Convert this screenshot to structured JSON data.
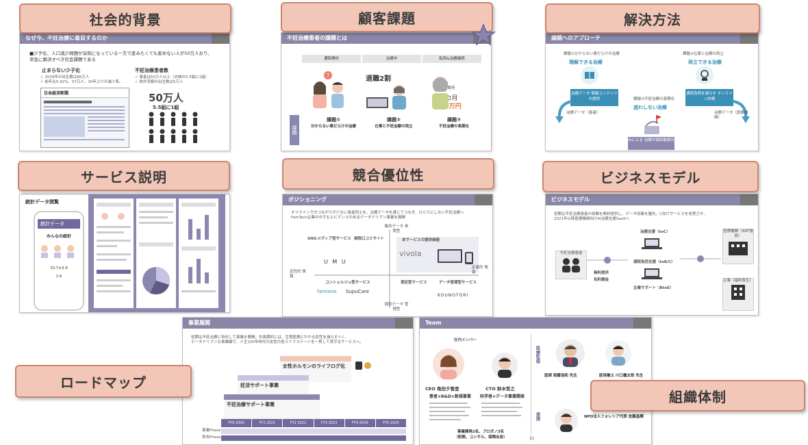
{
  "labels": {
    "social": "社会的背景",
    "customer": "顧客課題",
    "solution": "解決方法",
    "service": "サービス説明",
    "competitive": "競合優位性",
    "business": "ビジネスモデル",
    "roadmap": "ロードマップ",
    "org": "組織体制"
  },
  "slide_social": {
    "bar": "なぜ今、不妊治療に着目するのか",
    "lead1": "■少子化、人口減少問題が深刻になっている一方で産みたくても産めない人が50万人おり、",
    "lead2": "早急に解決すべき社会課題である",
    "left_head": "止まらない少子化",
    "left_b1": "2019年の出生数は86万人",
    "left_b2": "前年比5.92%、57万人、30年ぶりの減少率。",
    "right_head": "不妊治療患者数",
    "right_b1": "患者は50万人以上（夫婦の5.5組に1組）",
    "right_b2": "体外受精の出生数は5万人",
    "big": "50万人",
    "ratio": "5.5組に1組",
    "newspaper": "日本経済新聞"
  },
  "slide_customer": {
    "bar": "不妊治療患者の課題とは",
    "stages": [
      "通院検討",
      "治療中",
      "転院&治療継続"
    ],
    "mid_big": "退職2割",
    "right_top": "期間／費用",
    "right_big1": "25カ月",
    "right_big2": "140万円",
    "side": "課題",
    "k1_title": "課題①",
    "k1_sub": "分からない事だらけの治療",
    "k2_title": "課題②",
    "k2_sub": "仕事と不妊治療の両立",
    "k3_title": "課題③",
    "k3_sub": "不妊治療の長期化"
  },
  "slide_solution": {
    "bar": "課題へのアプローチ",
    "t1": "課題①分からない事だらけの治療",
    "t1b": "理解できる治療",
    "t2": "課題②仕事と治療の両立",
    "t2b": "両立できる治療",
    "t3": "課題③不妊治療の長期化",
    "t3b": "迷わしない治療",
    "c1": "治療データ 情報コンテンツの提供",
    "c2": "通院負荷を減らす オンライン診療",
    "d1": "治療データ（患者）",
    "d2": "治療データ（医療機関）",
    "ai": "AIによる 治療の個別最適化"
  },
  "slide_service": {
    "title": "統計データ閲覧",
    "phone_title": "統計データ",
    "phone_sub": "みんなの統計",
    "phone_v1": "33.7±3.9",
    "phone_v2": "1.6"
  },
  "slide_competitive": {
    "bar": "ポジショニング",
    "lead1": "オフラインでのつながりが少ない患者同士を、治療データを通じてつなぎ、ひとりにしない不妊治療へ",
    "lead2": "FemTech企業の中でもエビデンスのあるデータドリブン事業を展開",
    "axis_top": "集約データ 参照型",
    "axis_bottom": "個別データ 管理型",
    "axis_left": "定性的 情報",
    "axis_right": "定量的 情報",
    "q_tl": "SNS/メディア型サービス",
    "q_tr": "病院口コミサイト",
    "q_bl": "コンシェルジュ型サービス",
    "q_br1": "測定型サービス",
    "q_br2": "データ管理型サービス",
    "ours": "本サービスの提供価値",
    "brand_vivola": "vivola",
    "brand_umu": "U M U",
    "brand_famione": "famione",
    "brand_supucare": "SupuCare",
    "brand_kounotori": "KOUNOTORI"
  },
  "slide_business": {
    "bar": "ビジネスモデル",
    "lead1": "初期は不妊治療患者の体験を無料提供し、データ収集を優先。C向けサービスを充実させ、",
    "lead2": "2021年以降医療機関向けAI治療支援SaaSへ",
    "user": "不妊治療患者",
    "n1": "治療支援（toC）",
    "n2": "通院負担支援（toB/C）",
    "n3": "企業サポート（BtoE）",
    "free": "無料提供",
    "paid": "有料課金",
    "hosp": "医療機関（ART施設）",
    "corp": "企業（福利厚生）"
  },
  "slide_roadmap": {
    "bar": "事業展開",
    "lead1": "初期は不妊治療に特化して事業を展開。中長期的には、生殖医療にかかる女性を減らすべく、",
    "lead2": "データドリブンな事業軸で、人生100年時代の女性の各ライフステージを一貫して見守るサービスへ。",
    "b1": "女性ホルモンのライフログ化",
    "b2": "妊活サポート事業",
    "b3": "不妊治療サポート事業",
    "years": [
      "FY0 2020",
      "FY1 2021",
      "FY2 2022",
      "FY3 2023",
      "FY4 2024",
      "FY5 2025"
    ],
    "row1": "事業Phase",
    "row2": "資本Phase"
  },
  "slide_team": {
    "bar": "Team",
    "inner": "社内メンバー",
    "ceo": "CEO 角田夕香里",
    "ceo_role": "患者×R&D×新規事業",
    "cto": "CTO 鈴木哲之",
    "cto_role": "科学者×データ事業開発",
    "advisors": "医療監修",
    "doc1": "医師 岡藤浩和 先生",
    "doc2": "胚培養士 川口優太郎 先生",
    "partner": "連携",
    "npo": "NPO法人フォレシア代表 佐藤昌輝",
    "footer1": "事業開発2名、プロボノ3名",
    "footer2": "（財務、コンサル、保険出身）",
    "page": "13"
  }
}
